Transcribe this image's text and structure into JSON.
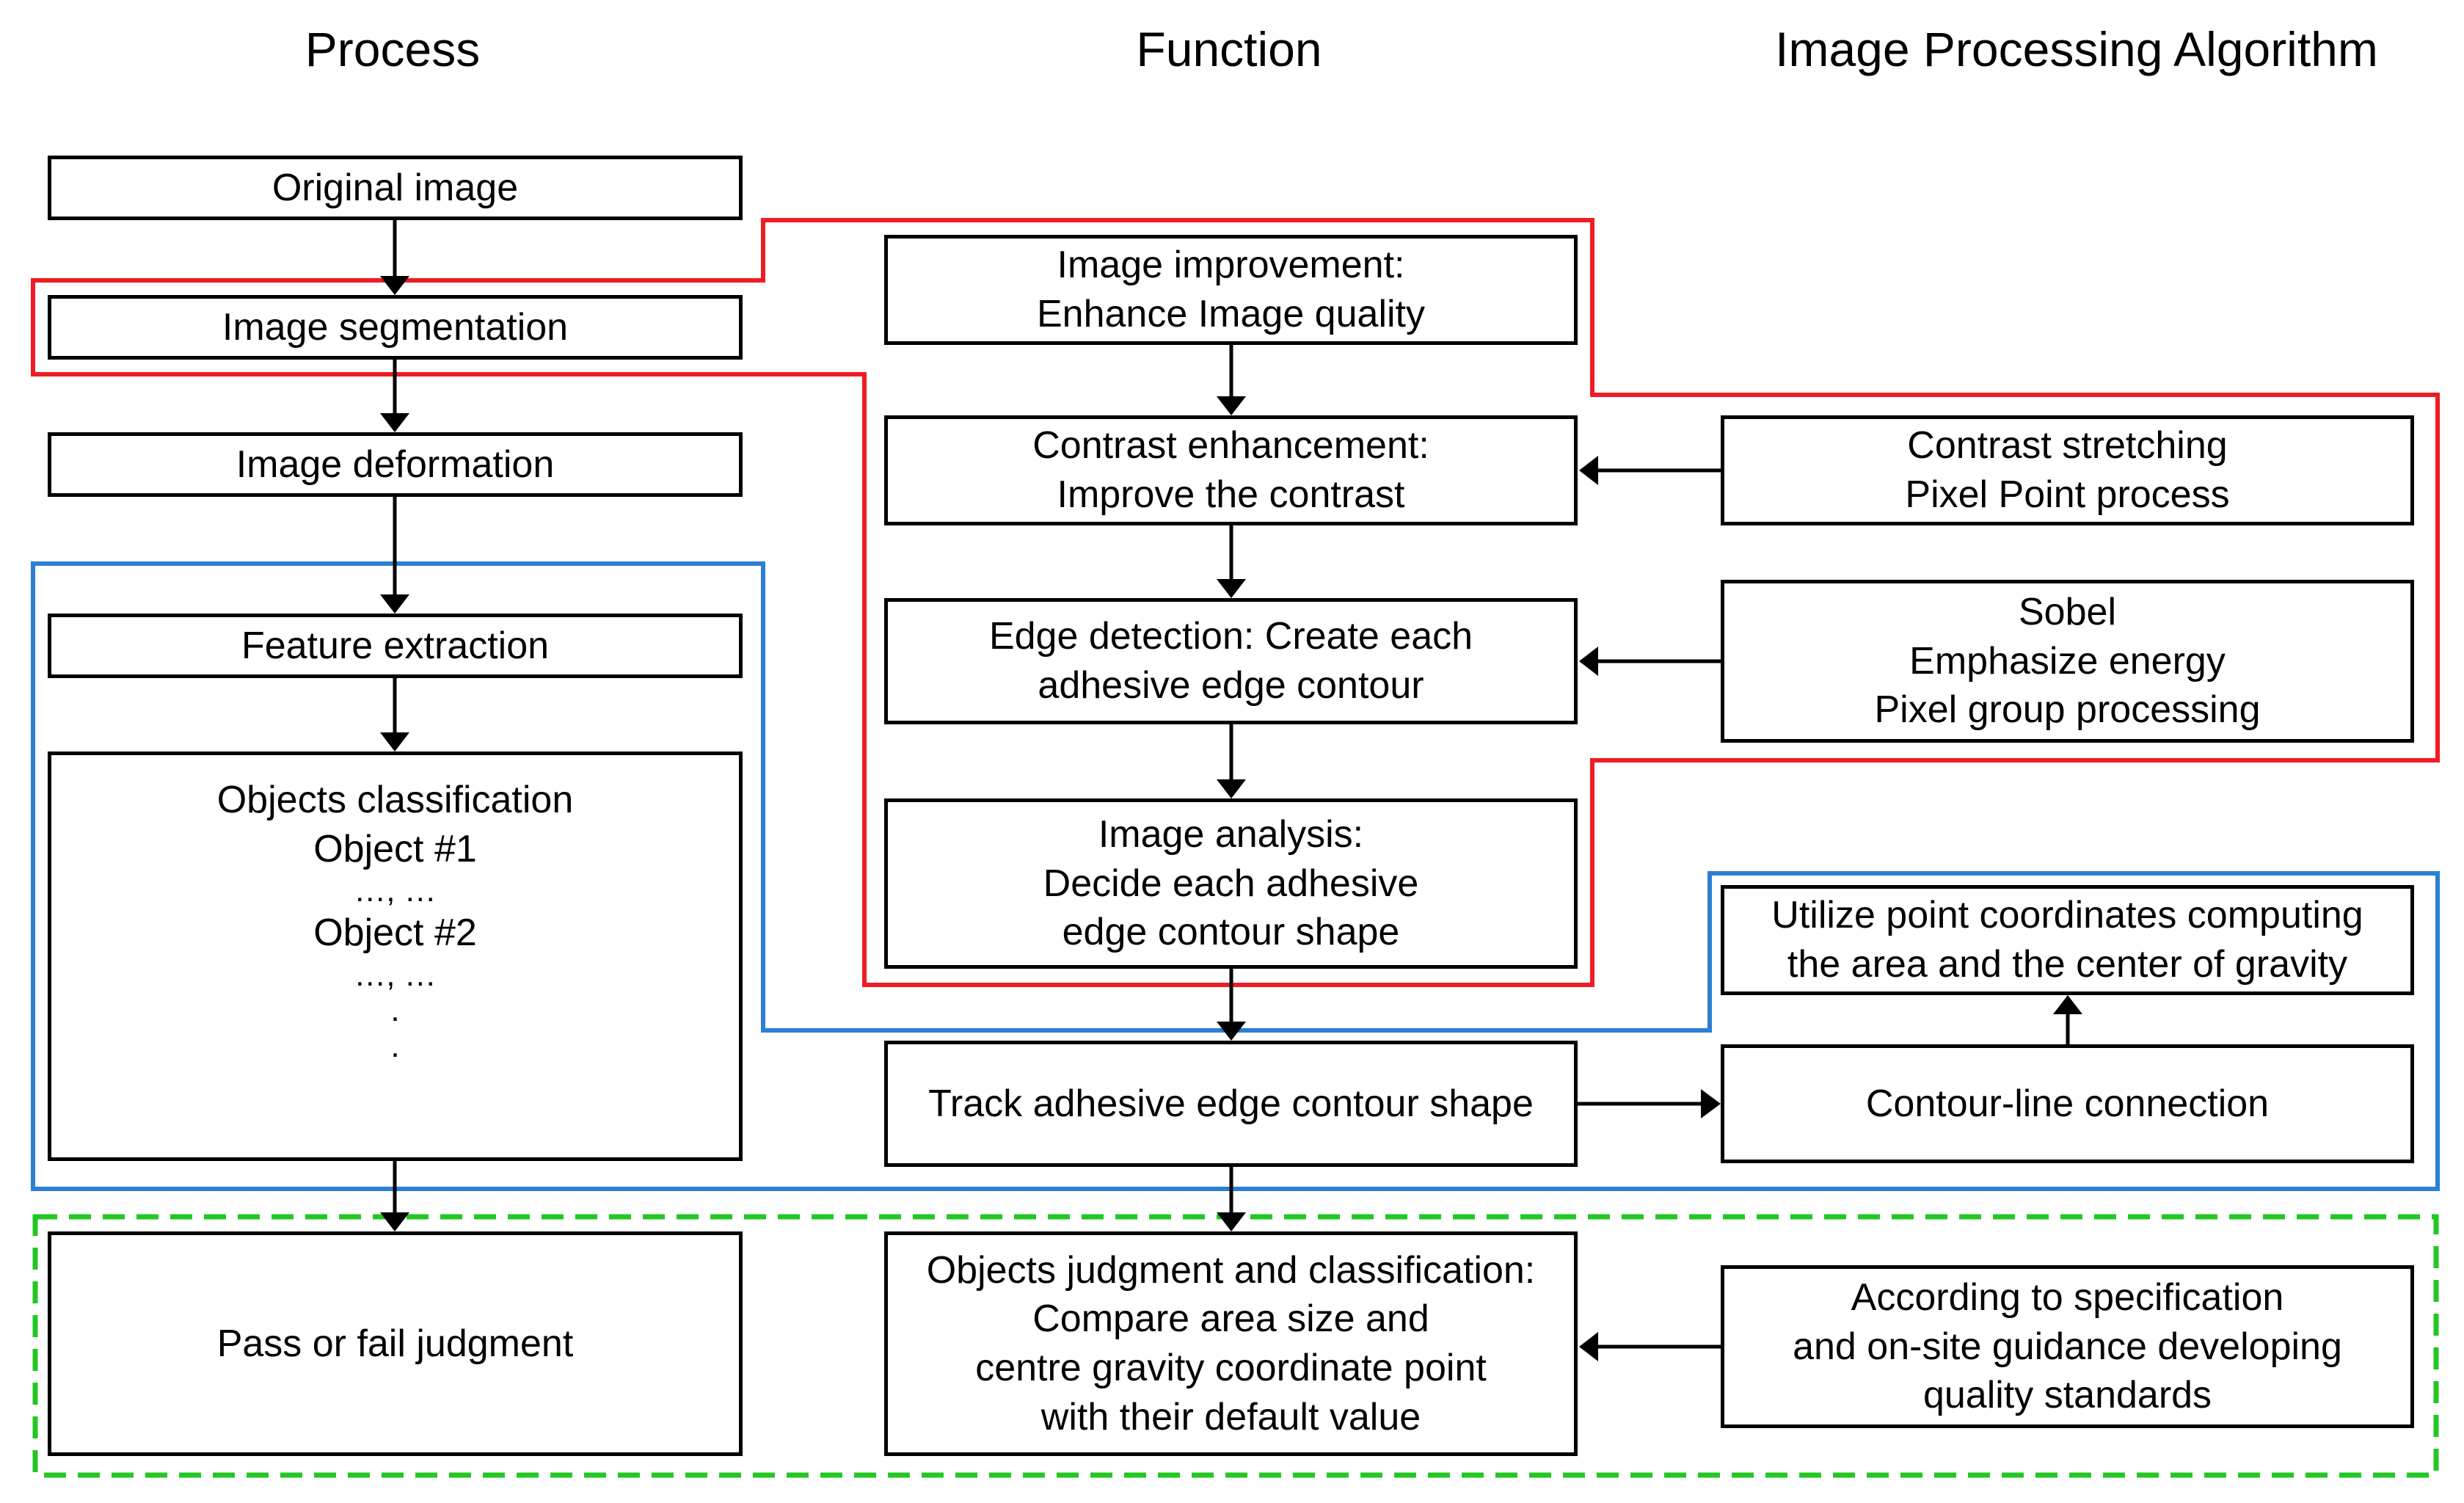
{
  "columns": {
    "process": "Process",
    "function": "Function",
    "algorithm": "Image Processing Algorithm"
  },
  "process": {
    "original": [
      "Original image"
    ],
    "segmentation": [
      "Image segmentation"
    ],
    "deformation": [
      "Image deformation"
    ],
    "feature": [
      "Feature extraction"
    ],
    "classification": [
      "Objects classification",
      "Object #1",
      "…, …",
      "Object #2",
      "…, …",
      ".",
      "."
    ],
    "judgment": [
      "Pass or fail judgment"
    ]
  },
  "function": {
    "improvement": [
      "Image improvement:",
      "Enhance Image quality"
    ],
    "contrast": [
      "Contrast enhancement:",
      "Improve the contrast"
    ],
    "edge": [
      "Edge detection: Create each",
      "adhesive edge contour"
    ],
    "analysis": [
      "Image analysis:",
      "Decide each adhesive",
      "edge contour shape"
    ],
    "track": [
      "Track adhesive edge contour shape"
    ],
    "judgment": [
      "Objects judgment and classification:",
      "Compare area size and",
      "centre gravity coordinate point",
      "with their default value"
    ]
  },
  "algorithm": {
    "stretching": [
      "Contrast stretching",
      "Pixel Point process"
    ],
    "sobel": [
      "Sobel",
      "Emphasize energy",
      "Pixel group processing"
    ],
    "coordinates": [
      "Utilize point coordinates computing",
      "the area and the center of gravity"
    ],
    "connection": [
      "Contour-line connection"
    ],
    "standards": [
      "According to specification",
      "and on-site guidance developing",
      "quality standards"
    ]
  },
  "colors": {
    "red_region": "#ee1c24",
    "blue_region": "#2b7fd4",
    "green_region": "#22c722",
    "box_border": "#000000",
    "arrow": "#000000"
  }
}
